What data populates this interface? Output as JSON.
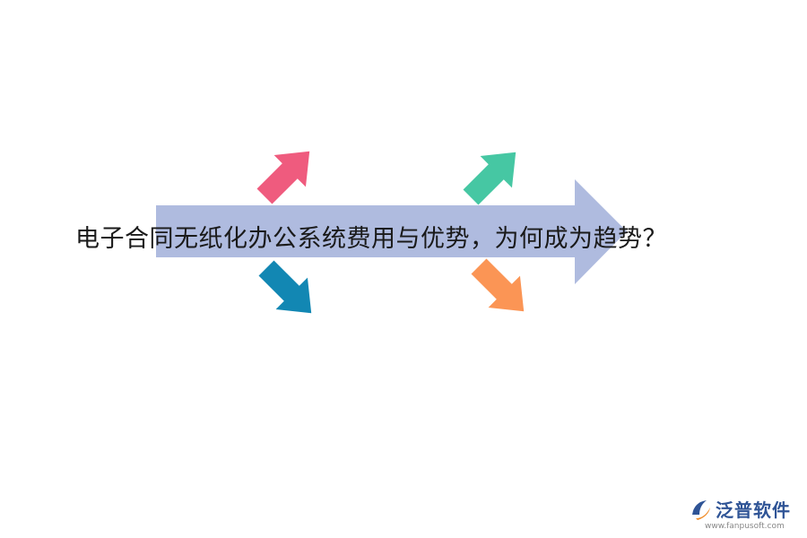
{
  "diagram": {
    "title": "电子合同无纸化办公系统费用与优势，为何成为趋势？",
    "colors": {
      "main_arrow": "#afbbdf",
      "arrow_up_left": "#ef5b7e",
      "arrow_down_left": "#1287b3",
      "arrow_up_right": "#46c7a3",
      "arrow_down_right": "#fb9555"
    }
  },
  "logo": {
    "name": "泛普软件",
    "url": "www.fanpusoft.com",
    "colors": {
      "mark_blue": "#2f5496",
      "mark_orange": "#f08a24"
    }
  }
}
